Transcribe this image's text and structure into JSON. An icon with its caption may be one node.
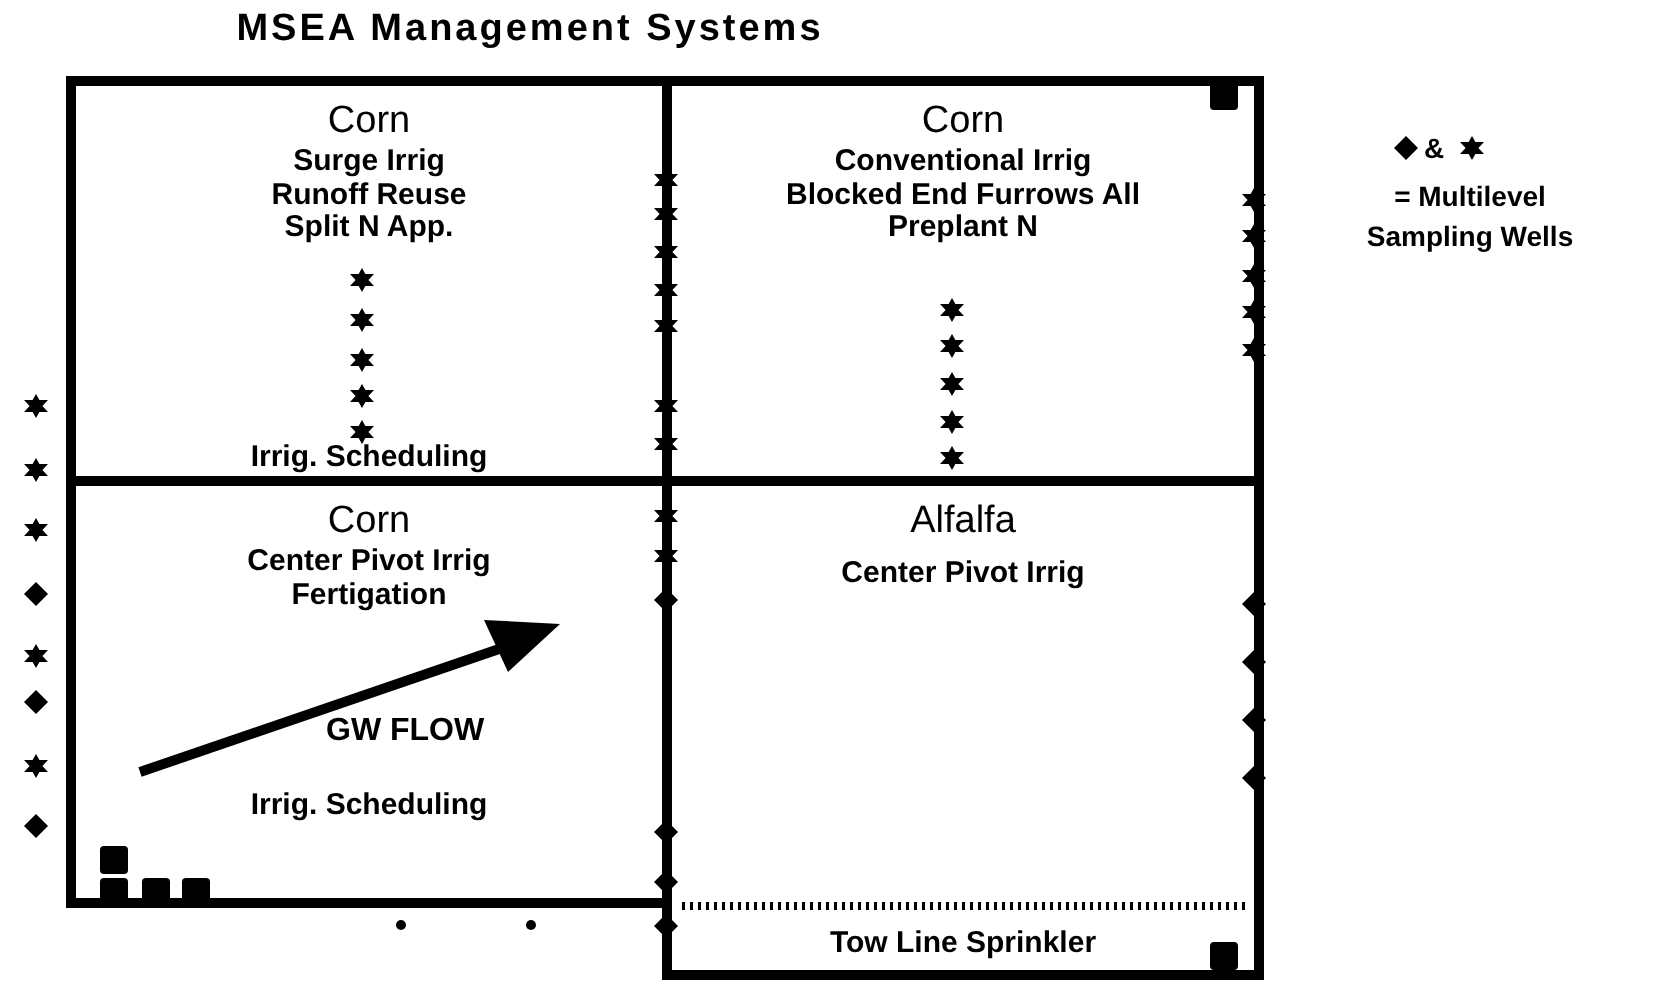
{
  "diagram": {
    "title": "MSEA Management Systems",
    "nodes": [
      {
        "text": [
          "Corn",
          "Surge Irrig Runoff Reuse Split N App.",
          "Irrig. Scheduling"
        ]
      },
      {
        "text": [
          "Corn",
          "Conventional Irrig Blocked End Furrows All Preplant N"
        ]
      },
      {
        "text": [
          "Corn",
          "Center Pivot Irrig Fertigation",
          "Irrig. Scheduling"
        ]
      },
      {
        "text": [
          "Alfalfa",
          "Center Pivot Irrig",
          "Tow Line Sprinkler"
        ]
      }
    ],
    "edges": [],
    "labels": [
      "GW FLOW",
      "&"
    ],
    "legend": [
      {
        "text": "= Multilevel Sampling Wells"
      }
    ]
  }
}
